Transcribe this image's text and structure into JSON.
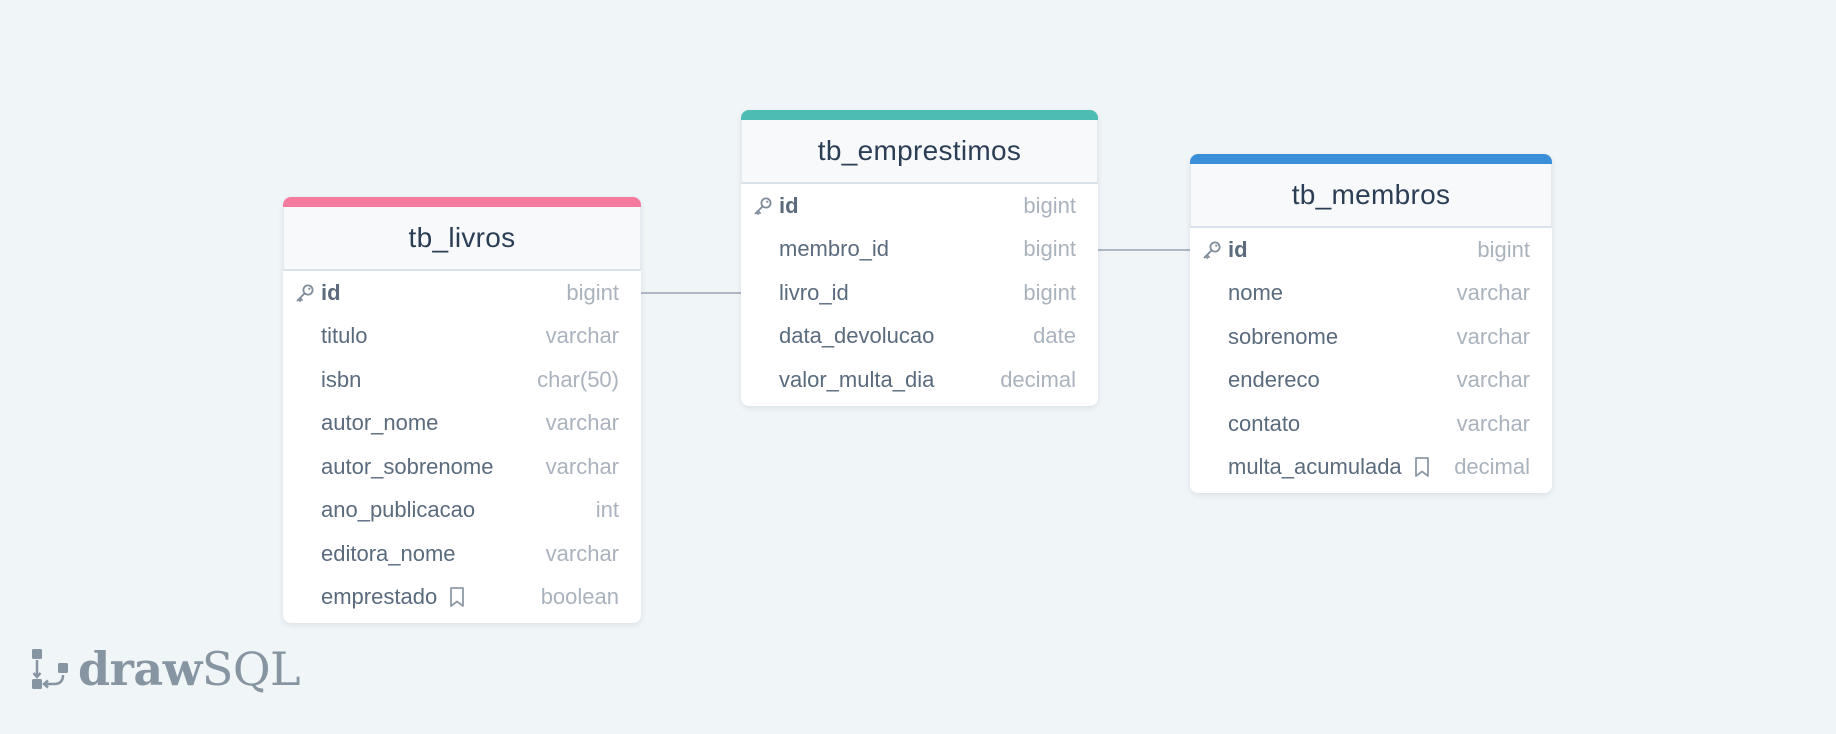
{
  "tables": [
    {
      "name": "tb_livros",
      "accent": "#f47a9e",
      "columns": [
        {
          "name": "id",
          "type": "bigint",
          "pk": true
        },
        {
          "name": "titulo",
          "type": "varchar"
        },
        {
          "name": "isbn",
          "type": "char(50)"
        },
        {
          "name": "autor_nome",
          "type": "varchar"
        },
        {
          "name": "autor_sobrenome",
          "type": "varchar"
        },
        {
          "name": "ano_publicacao",
          "type": "int"
        },
        {
          "name": "editora_nome",
          "type": "varchar"
        },
        {
          "name": "emprestado",
          "type": "boolean",
          "bookmark": true
        }
      ]
    },
    {
      "name": "tb_emprestimos",
      "accent": "#4dbcb2",
      "columns": [
        {
          "name": "id",
          "type": "bigint",
          "pk": true
        },
        {
          "name": "membro_id",
          "type": "bigint"
        },
        {
          "name": "livro_id",
          "type": "bigint"
        },
        {
          "name": "data_devolucao",
          "type": "date"
        },
        {
          "name": "valor_multa_dia",
          "type": "decimal"
        }
      ]
    },
    {
      "name": "tb_membros",
      "accent": "#3b8fd8",
      "columns": [
        {
          "name": "id",
          "type": "bigint",
          "pk": true
        },
        {
          "name": "nome",
          "type": "varchar"
        },
        {
          "name": "sobrenome",
          "type": "varchar"
        },
        {
          "name": "endereco",
          "type": "varchar"
        },
        {
          "name": "contato",
          "type": "varchar"
        },
        {
          "name": "multa_acumulada",
          "type": "decimal",
          "bookmark": true
        }
      ]
    }
  ],
  "logo": {
    "bold": "draw",
    "regular": "SQL"
  }
}
